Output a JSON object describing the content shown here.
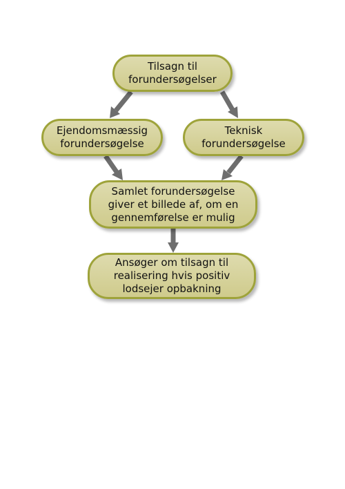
{
  "diagram": {
    "nodes": {
      "n1": {
        "lines": [
          "Tilsagn til",
          "forundersøgelser"
        ]
      },
      "n2": {
        "lines": [
          "Ejendomsmæssig",
          "forundersøgelse"
        ]
      },
      "n3": {
        "lines": [
          "Teknisk",
          "forundersøgelse"
        ]
      },
      "n4": {
        "lines": [
          "Samlet forundersøgelse",
          "giver et billede af, om en",
          "gennemførelse er mulig"
        ]
      },
      "n5": {
        "lines": [
          "Ansøger om tilsagn til",
          "realisering hvis positiv",
          "lodsejer opbakning"
        ]
      }
    },
    "edges": [
      {
        "from": "n1",
        "to": "n2"
      },
      {
        "from": "n1",
        "to": "n3"
      },
      {
        "from": "n2",
        "to": "n4"
      },
      {
        "from": "n3",
        "to": "n4"
      },
      {
        "from": "n4",
        "to": "n5"
      }
    ],
    "colors": {
      "node_fill": "#d8d5a0",
      "node_border": "#9ea33a",
      "arrow": "#6e6e6e"
    }
  }
}
